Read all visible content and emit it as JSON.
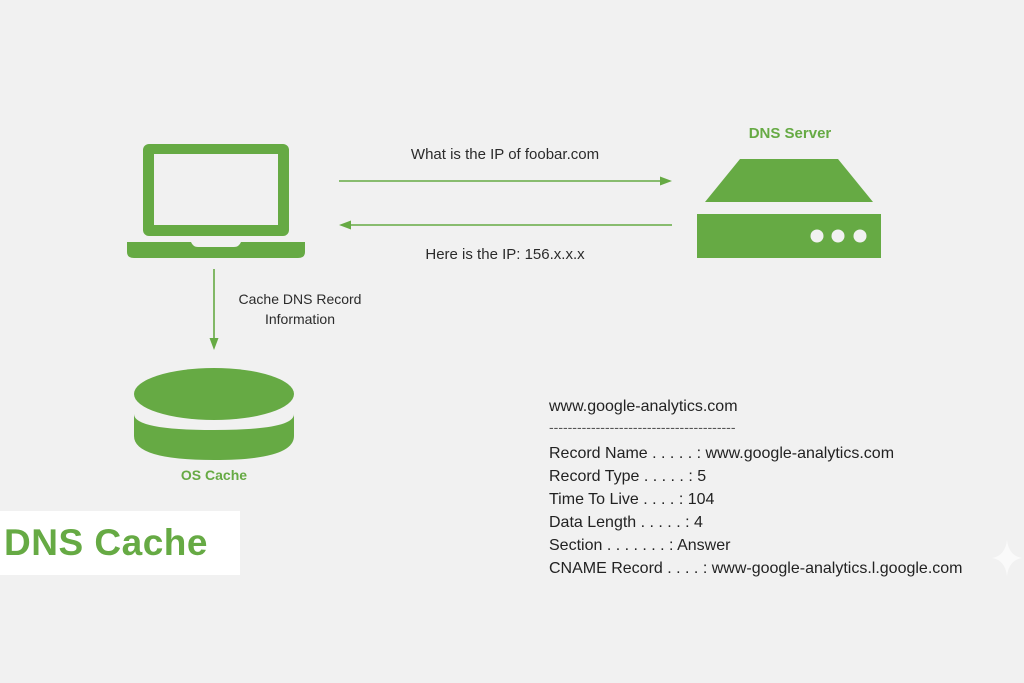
{
  "diagram": {
    "title": "DNS Cache",
    "accent_color": "#66aa44",
    "background_color": "#f1f1f1",
    "nodes": {
      "client": {
        "icon": "laptop-icon"
      },
      "dns_server": {
        "label": "DNS Server",
        "icon": "server-icon"
      },
      "os_cache": {
        "label": "OS Cache",
        "icon": "database-icon"
      }
    },
    "edges": {
      "query": {
        "label": "What is the IP of foobar.com",
        "direction": "client-to-server"
      },
      "response": {
        "label": "Here is the IP: 156.x.x.x",
        "direction": "server-to-client"
      },
      "cache": {
        "label_line1": "Cache DNS Record",
        "label_line2": "Information",
        "direction": "client-to-cache"
      }
    },
    "record": {
      "header": "www.google-analytics.com",
      "separator": "----------------------------------------",
      "rows": [
        {
          "key": "Record Name . . . . . : ",
          "value": "www.google-analytics.com"
        },
        {
          "key": "Record Type . . . . . : ",
          "value": "5"
        },
        {
          "key": "Time To Live  . . . . : ",
          "value": "104"
        },
        {
          "key": "Data Length . . . . . : ",
          "value": "4"
        },
        {
          "key": "Section . . . . . . . : ",
          "value": "Answer"
        },
        {
          "key": "CNAME Record  . . . . : ",
          "value": "www-google-analytics.l.google.com"
        }
      ]
    }
  }
}
